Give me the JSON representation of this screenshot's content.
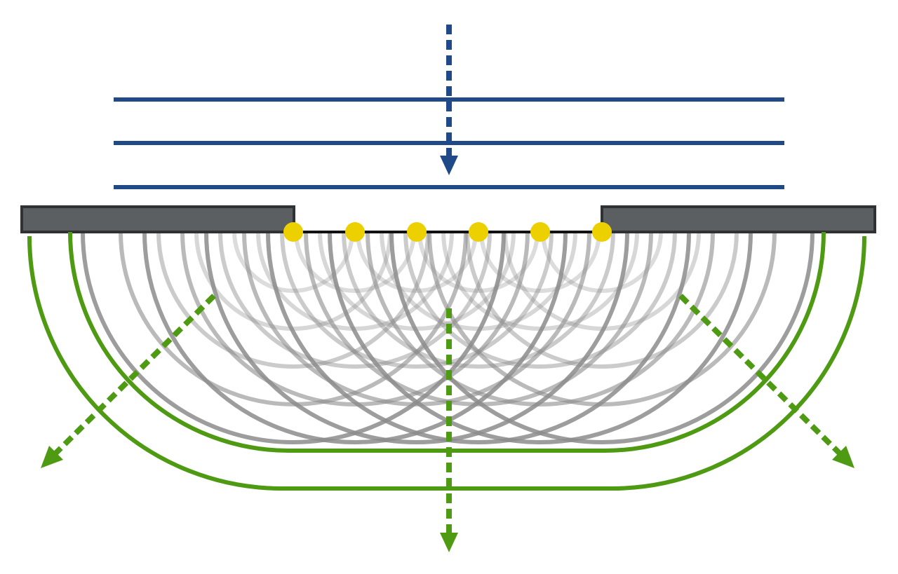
{
  "colors": {
    "background": "#ffffff",
    "incident_wave": "#1f4a87",
    "diffracted_wave": "#4e9a12",
    "wavelet": "#8c8c8c",
    "wall_fill": "#5b5f61",
    "wall_stroke": "#2f3234",
    "source_point": "#ecd000",
    "aperture_line": "#111111"
  },
  "aperture": {
    "secondary_source_count": 6
  },
  "wavelets": {
    "rings_per_source": 5,
    "opacities": [
      0.85,
      0.6,
      0.45,
      0.35,
      0.3
    ]
  },
  "icons": {
    "incident_direction": "dashed-arrow-down-icon",
    "diffracted_directions": [
      "dashed-arrow-down-left-icon",
      "dashed-arrow-down-icon",
      "dashed-arrow-down-right-icon"
    ]
  }
}
